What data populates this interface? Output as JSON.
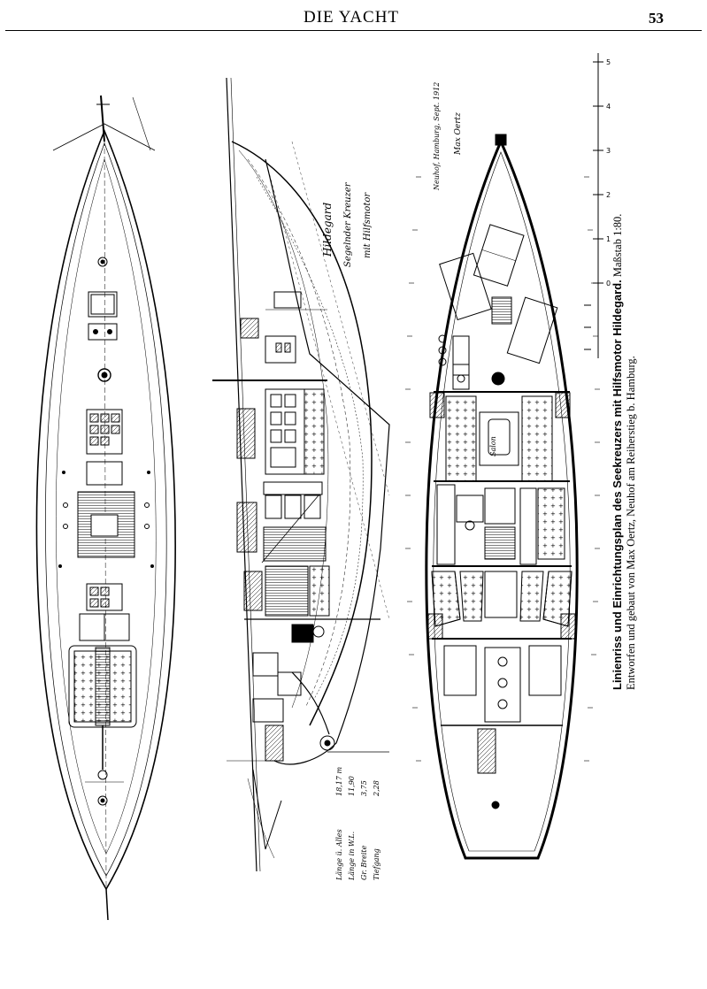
{
  "header": {
    "title": "DIE YACHT",
    "page_number": "53"
  },
  "caption": {
    "title": "Linienriss und Einrichtungsplan des Seekreuzers mit Hilfsmotor Hildegard.",
    "scale": "Maßstab 1:80.",
    "credit": "Entworfen und gebaut von Max Oertz, Neuhof am Reiherstieg b. Hamburg."
  },
  "drawing_labels": {
    "yacht_name": "Hildegard",
    "yacht_type": "Segelnder Kreuzer",
    "yacht_motor": "mit Hilfsmotor",
    "designer_signature": "Max Oertz",
    "yard_note": "Neuhof, Hamburg, Sept. 1912",
    "salon_label": "Salon",
    "dimensions": [
      {
        "label": "Länge ü. Alles",
        "value": "18,17 m"
      },
      {
        "label": "Länge in W.L. ",
        "value": "11,90"
      },
      {
        "label": "Gr. Breite",
        "value": "3,75"
      },
      {
        "label": "Tiefgang",
        "value": "2,28"
      }
    ]
  },
  "scale_bar": {
    "ticks": [
      "0",
      "1",
      "2",
      "3",
      "4",
      "5"
    ]
  }
}
